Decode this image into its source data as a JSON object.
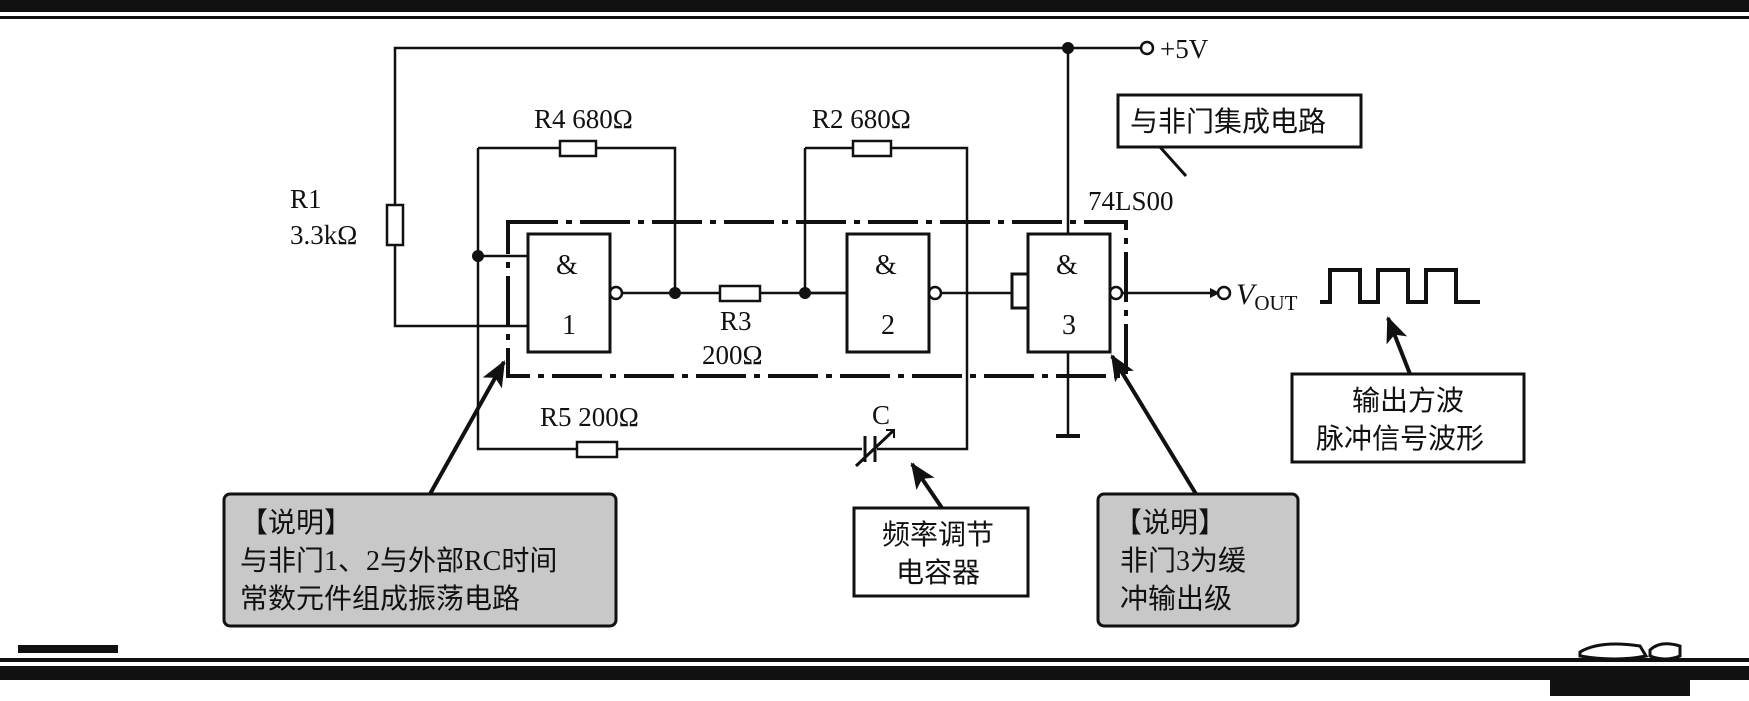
{
  "supply_label": "+5V",
  "ic_box": {
    "label": "与非门集成电路",
    "part": "74LS00"
  },
  "components": {
    "r1": {
      "name": "R1",
      "value": "3.3kΩ"
    },
    "r2": {
      "label": "R2 680Ω"
    },
    "r3": {
      "name": "R3",
      "value": "200Ω"
    },
    "r4": {
      "label": "R4 680Ω"
    },
    "r5": {
      "label": "R5 200Ω"
    },
    "c": {
      "name": "C"
    }
  },
  "gates": [
    {
      "symbol": "&",
      "number": "1"
    },
    {
      "symbol": "&",
      "number": "2"
    },
    {
      "symbol": "&",
      "number": "3"
    }
  ],
  "output": {
    "v": "V",
    "sub": "OUT"
  },
  "callouts": {
    "waveform": [
      "输出方波",
      "脉冲信号波形"
    ],
    "capacitor": [
      "频率调节",
      "电容器"
    ],
    "note_left": [
      "【说明】",
      "与非门1、2与外部RC时间",
      "常数元件组成振荡电路"
    ],
    "note_right": [
      "【说明】",
      "非门3为缓",
      "冲输出级"
    ]
  },
  "colors": {
    "ink": "#111111",
    "note_fill": "#c8c8c8",
    "background": "#ffffff"
  }
}
